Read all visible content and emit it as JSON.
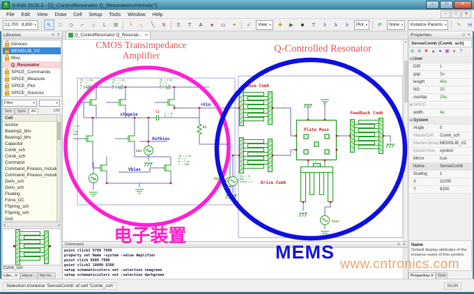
{
  "window": {
    "title": "S-Edit 2018.3 - [Q_ControlResonator Q_Resonatorschematic*]"
  },
  "menu": {
    "items": [
      "File",
      "Edit",
      "View",
      "Draw",
      "Cell",
      "Setup",
      "Tools",
      "Window",
      "Help"
    ]
  },
  "toolbar": {
    "coords": "12,700 : 6,800",
    "view": "View",
    "plot": "Plot",
    "none": "None",
    "instance_params": "Instance Params"
  },
  "doc_tab": {
    "label": "Q_ControlResonator Q_Resonat..."
  },
  "libraries": {
    "title": "Libraries",
    "items": [
      {
        "label": "Devices"
      },
      {
        "label": "MEMSLIB_V2"
      },
      {
        "label": "Misc"
      },
      {
        "label": "Q_Resonator"
      },
      {
        "label": "SPICE_Commands"
      },
      {
        "label": "SPICE_Measure"
      },
      {
        "label": "SPICE_Plot"
      },
      {
        "label": "SPICE_Sources"
      }
    ],
    "filter_label": "Filter",
    "view_tabs": [
      "Sch",
      "Sym",
      "All"
    ],
    "count": "136",
    "cell_header": "Cell",
    "cells": [
      "Anchor",
      "Bearing1_bhv",
      "Bearing2_bhv",
      "Capacitor",
      "Comb_sch",
      "Comb_sch",
      "Command",
      "Command_Process_Include",
      "Command_Process_Include",
      "Deriv_sch",
      "Deriv_sch",
      "Floating",
      "Force_DC",
      "FSpring_sch",
      "FSpring_sch",
      "Gnd"
    ],
    "preview_label": "Comb_sch",
    "bottom_tabs": [
      "Libr...",
      "Hierar...",
      "Net Hi..."
    ]
  },
  "properties": {
    "title": "Properties",
    "header": "SenseComb (Comb_sch)",
    "rows": [
      {
        "label": "User",
        "value": ""
      },
      {
        "label": "DIR",
        "value": "1"
      },
      {
        "label": "gap",
        "value": "3u"
      },
      {
        "label": "length",
        "value": "40u"
      },
      {
        "label": "NG",
        "value": "20"
      },
      {
        "label": "overlap",
        "value": "15u"
      },
      {
        "label": "SPICE",
        "value": ""
      },
      {
        "label": "width",
        "value": "4u"
      },
      {
        "label": "System",
        "value": ""
      },
      {
        "label": "Angle",
        "value": "0"
      },
      {
        "label": "MasterCell",
        "value": "Comb_sch"
      },
      {
        "label": "MasterLibrary",
        "value": "MEMSLIB_V2"
      },
      {
        "label": "MasterView",
        "value": "symbol"
      },
      {
        "label": "Mirror",
        "value": "true"
      },
      {
        "label": "Name",
        "value": "SenseComb"
      },
      {
        "label": "Scaling",
        "value": "1"
      },
      {
        "label": "X",
        "value": "11000"
      },
      {
        "label": "Y",
        "value": "6200"
      }
    ],
    "desc_title": "Name",
    "desc_text": "Default display attributes of the instance name of this symbol.",
    "bottom_tabs": [
      "Properties",
      "Find"
    ]
  },
  "command": {
    "title": "Command",
    "lines": [
      "point click2 9700 7900",
      "property set Name -system -value Amplifier",
      "point click 9800 7900",
      "point click2 10000 6300",
      "setup schematiccolors set -selection seagreen",
      "setup schematiccolors set -selection darkgreen"
    ]
  },
  "status": {
    "selection": "Selection:Instance 'SenseComb' of cell 'Comb_sch'",
    "indicator": "NUM"
  },
  "schematic": {
    "labels": {
      "sense_comb": "Sense Comb",
      "drive_comb": "Drive Comb",
      "feedback_comb": "Feedback Comb",
      "plate_mass": "Plate Mass",
      "stage1e": "stage1e",
      "outbias": "Outbias",
      "vbias": "Vbias",
      "vin": "+Vin",
      "c1": "C1",
      "r1": "R1",
      "vdd": "Vdd",
      "v25": "2.5",
      "v18": "1.8",
      "vdrive": "Vdrive",
      "vsus": "Vsus"
    },
    "device_params": [
      "TW = 2.0u",
      "M = 1",
      "W = 2.0u",
      "L = 180n"
    ],
    "cap_params": [
      "C = 1p",
      "M = 1"
    ],
    "source_params": [
      "Vdc = 0",
      "Mag = 1",
      "Phase = 0"
    ]
  },
  "annotations": {
    "cmos_title_line1": "CMOS Transimpedance",
    "cmos_title_line2": "Amplifier",
    "resonator_title": "Q-Controlled  Resonator",
    "electronics_cn": "电子装置",
    "mems": "MEMS",
    "watermark": "www.cntronics.com"
  },
  "icons": {
    "pin": "⊙",
    "close": "✕",
    "min": "–",
    "max": "□",
    "dropdown": "▾",
    "check": "✓",
    "cursor": "↖",
    "rect": "□",
    "poly": "◇",
    "arc": "⌐",
    "circle": "○",
    "line": "L",
    "instance": "⊞",
    "wire_l": "└",
    "wire_c": "┐",
    "wire_d": "╲",
    "wire_z": "↯",
    "port": "Ξ",
    "text": "T",
    "label": "A",
    "dot": "●",
    "path": "▭",
    "flash": "✦",
    "cross": "✚",
    "play": "▶",
    "stop": "■",
    "tbox": "T",
    "lambda": "λ",
    "pbox": "P",
    "pencil": "✎",
    "hbox": "H",
    "win": "⊡",
    "grid": "▦",
    "blue": "▣",
    "up": "▴",
    "down": "▾",
    "left": "◂",
    "right": "▸",
    "expand": "⊞",
    "collapse": "⊟",
    "help": "?"
  }
}
